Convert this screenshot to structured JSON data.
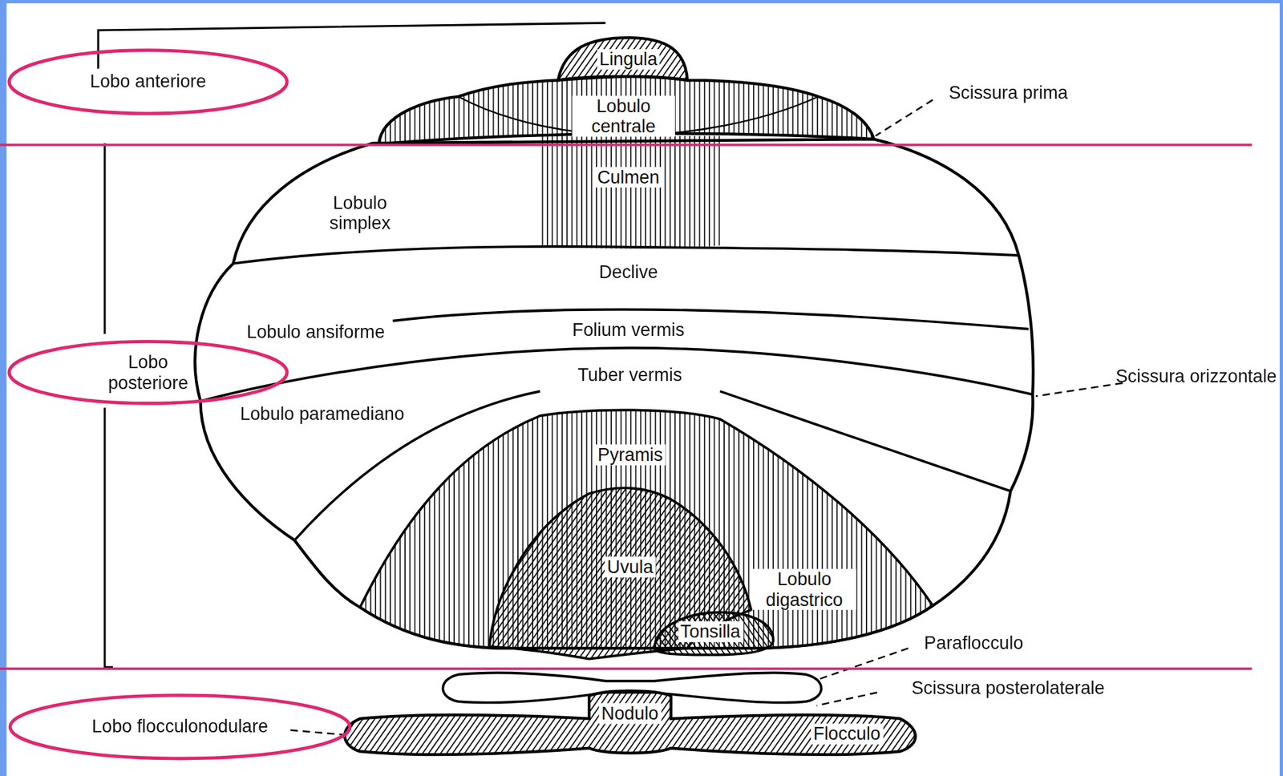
{
  "diagram": {
    "nodes": [
      {
        "text": [
          "Lobo anteriore"
        ]
      },
      {
        "text": [
          "Lobo posteriore"
        ]
      },
      {
        "text": [
          "Lobo flocculonodulare"
        ]
      }
    ],
    "labels": [
      "Lingula",
      "Lobulo centrale",
      "Scissura prima",
      "Culmen",
      "Lobulo simplex",
      "Declive",
      "Lobulo ansiforme",
      "Folium vermis",
      "Tuber vermis",
      "Scissura orizzontale",
      "Lobulo paramediano",
      "Pyramis",
      "Uvula",
      "Lobulo digastrico",
      "Tonsilla",
      "Paraflocculo",
      "Scissura posterolaterale",
      "Nodulo",
      "Flocculo"
    ]
  }
}
